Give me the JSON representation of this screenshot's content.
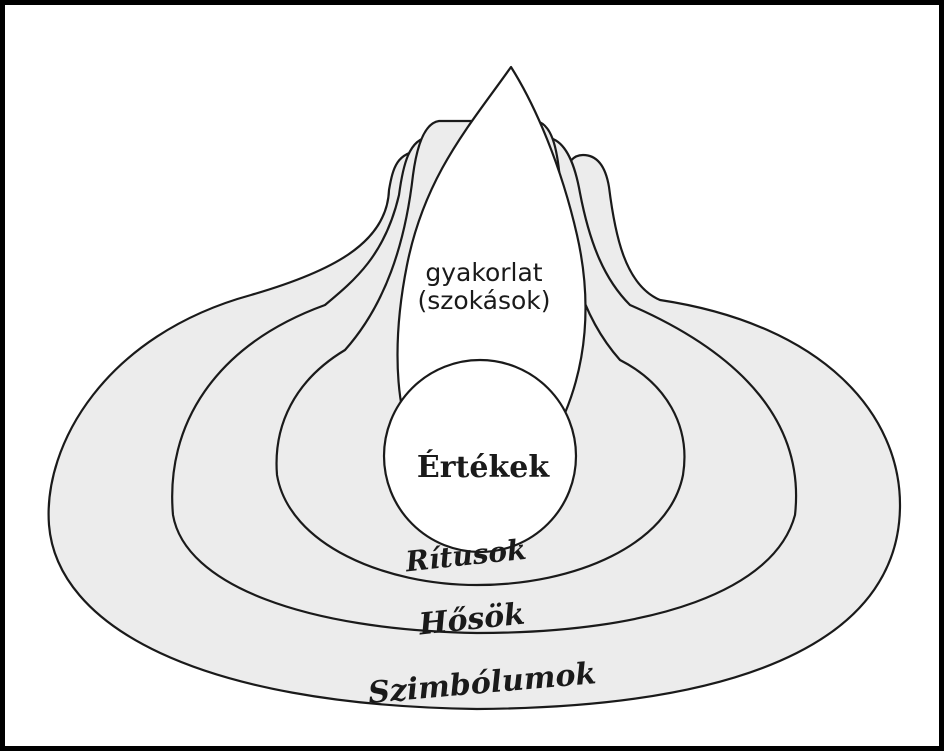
{
  "diagram": {
    "layers": [
      {
        "id": "symbols",
        "label": "Szimbólumok"
      },
      {
        "id": "heroes",
        "label": "Hősök"
      },
      {
        "id": "rituals",
        "label": "Rítusok"
      },
      {
        "id": "values",
        "label": "Értékek"
      }
    ],
    "practice": {
      "line1": "gyakorlat",
      "line2": "(szokások)"
    },
    "colors": {
      "layer_fill": "#ececec",
      "core_fill": "#ffffff",
      "stroke": "#1a1a1a",
      "frame": "#000000"
    }
  }
}
